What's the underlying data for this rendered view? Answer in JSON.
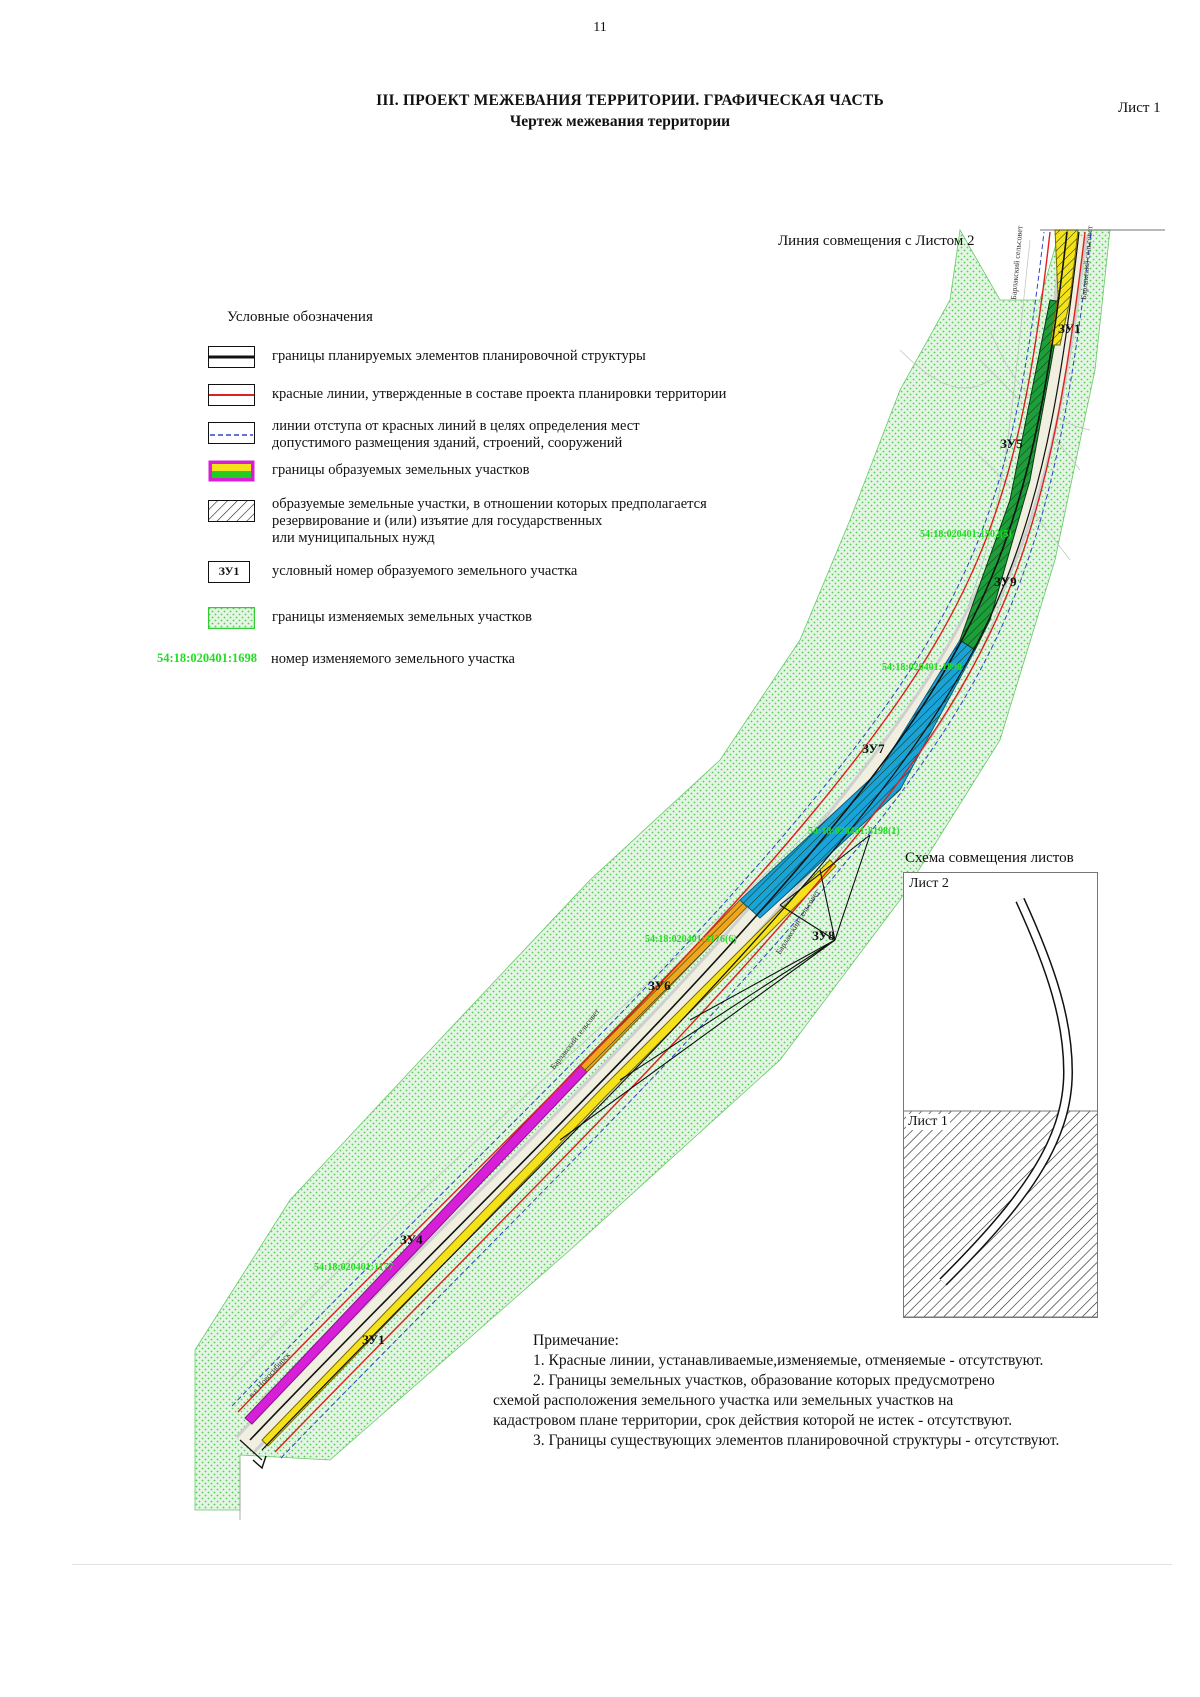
{
  "header": {
    "page_number": "11",
    "title": "III. ПРОЕКТ МЕЖЕВАНИЯ ТЕРРИТОРИИ. ГРАФИЧЕСКАЯ ЧАСТЬ",
    "subtitle": "Чертеж  межевания территории",
    "sheet": "Лист 1"
  },
  "map": {
    "match_line": "Линия совмещения с Листом 2",
    "district_labels": [
      "Барлакский сельсовет",
      "Барлакский сельсовет",
      "Барлакский сельсовет",
      "Барлакский сельсовет"
    ],
    "direction_label": "в г. Новосибирск",
    "parcels": [
      {
        "id": "ЗУ1",
        "kind": "top"
      },
      {
        "id": "ЗУ5"
      },
      {
        "id": "ЗУ9"
      },
      {
        "id": "ЗУ7"
      },
      {
        "id": "ЗУ8"
      },
      {
        "id": "ЗУ6"
      },
      {
        "id": "ЗУ4"
      },
      {
        "id": "ЗУ1",
        "kind": "bottom"
      }
    ],
    "cadastral": [
      "54:18:020401:1902(5)",
      "54:18:020401:1890",
      "54:18:020401:8198(1)",
      "54:18:020401:3176(6)",
      "54:18:020401:1177"
    ],
    "colors": {
      "changed_parcel_green": "#9ce39c",
      "zu5_green": "#1e9e3a",
      "zu7_blue": "#1aa3d9",
      "zu4_magenta": "#d61fd6",
      "zu6_orange": "#f2a51a",
      "zu1_yellow": "#f5e21a",
      "red_line": "#e02020",
      "offset_line": "#3344cc"
    }
  },
  "legend": {
    "title": "Условные обозначения",
    "items": [
      {
        "symbol": "black-line",
        "text": "границы планируемых элементов планировочной структуры"
      },
      {
        "symbol": "red-line",
        "text": "красные линии, утвержденные в составе проекта планировки территории"
      },
      {
        "symbol": "dashed-line",
        "text": "линии отступа от красных линий в целях определения мест",
        "text2": "допустимого размещения зданий, строений, сооружений"
      },
      {
        "symbol": "parcel-border",
        "text": "границы образуемых земельных участков"
      },
      {
        "symbol": "hatched",
        "text": "образуемые земельные участки, в отношении которых предполагается",
        "text2": "резервирование и (или) изъятие для государственных",
        "text3": "или муниципальных нужд"
      },
      {
        "symbol": "zu-box",
        "box_label": "ЗУ1",
        "text": "условный номер образуемого земельного участка"
      },
      {
        "symbol": "green-dotted",
        "text": "границы изменяемых земельных участков"
      },
      {
        "symbol": "cad-code",
        "code": "54:18:020401:1698",
        "text": "номер изменяемого земельного участка"
      }
    ]
  },
  "scheme": {
    "title": "Схема совмещения листов",
    "sheet2": "Лист 2",
    "sheet1": "Лист 1"
  },
  "notes": {
    "title": "Примечание:",
    "line1": "1. Красные линии, устанавливаемые,изменяемые, отменяемые - отсутствуют.",
    "line2a": "2. Границы земельных участков, образование которых предусмотрено",
    "line2b": "схемой расположения земельного участка или земельных участков на",
    "line2c": "кадастровом плане территории, срок действия которой не истек - отсутствуют.",
    "line3": "3. Границы существующих элементов планировочной структуры - отсутствуют."
  }
}
